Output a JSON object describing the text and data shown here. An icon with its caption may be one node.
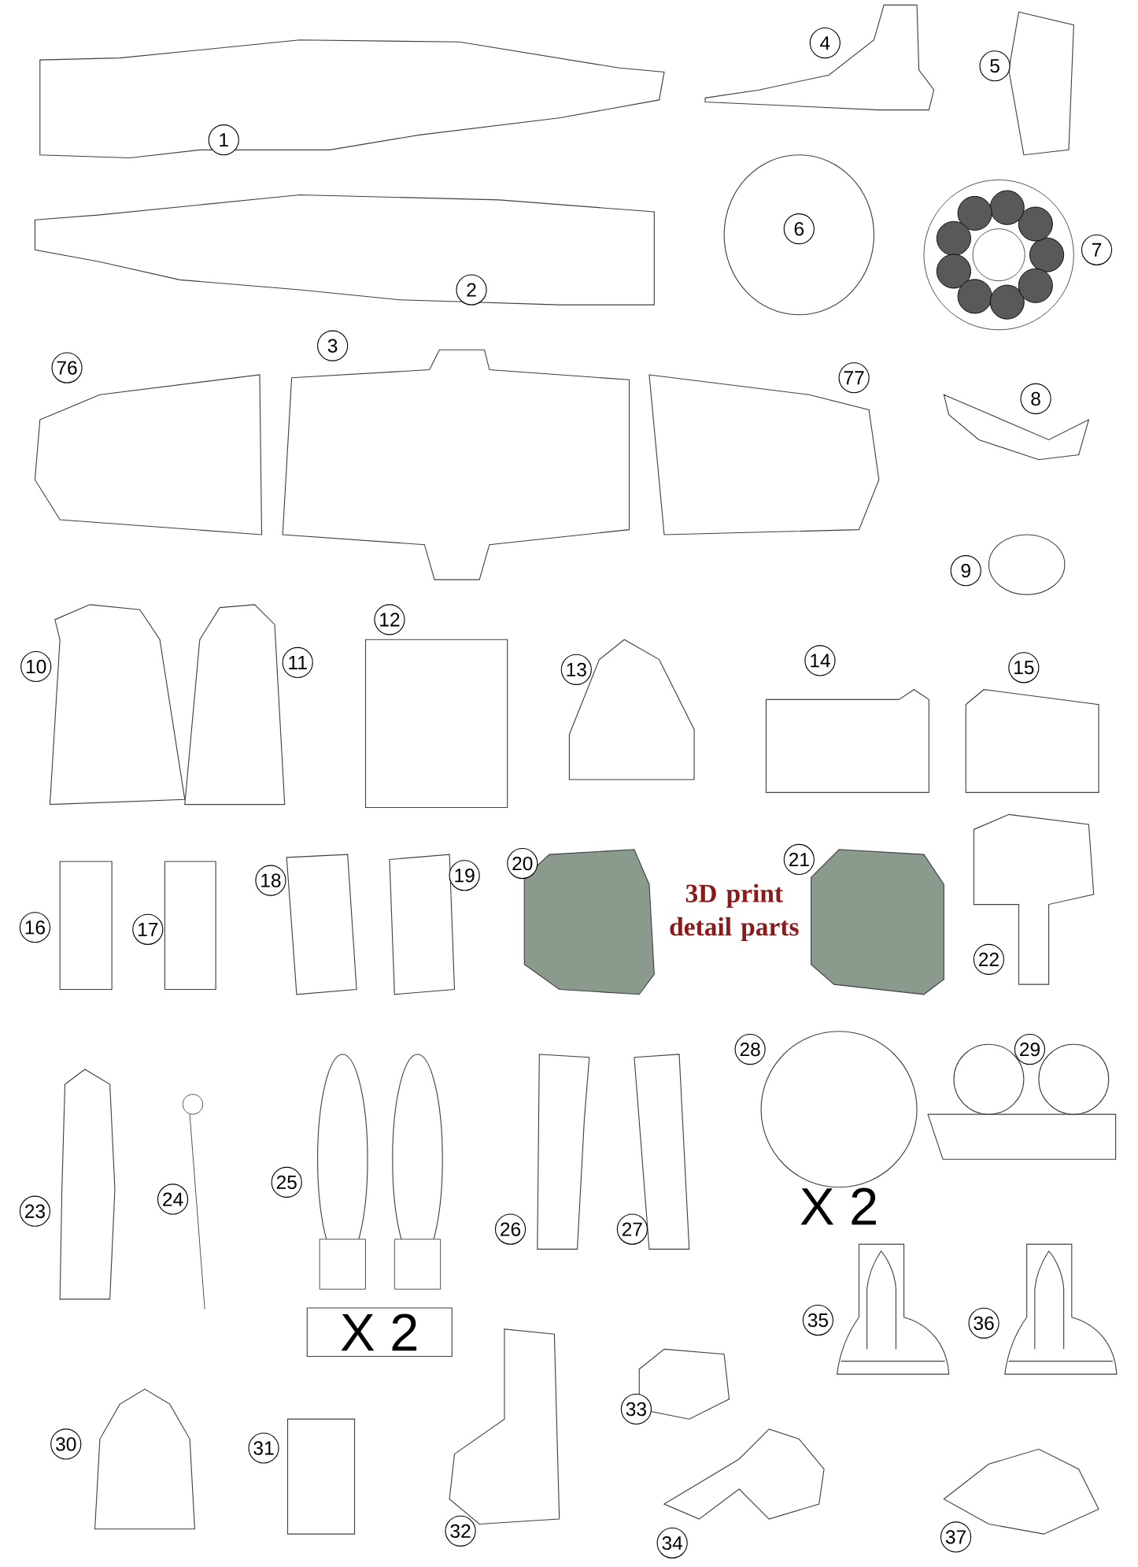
{
  "diagram": {
    "nodes": [
      {
        "text": [
          "1"
        ]
      },
      {
        "text": [
          "2"
        ]
      },
      {
        "text": [
          "3"
        ]
      },
      {
        "text": [
          "4"
        ]
      },
      {
        "text": [
          "5"
        ]
      },
      {
        "text": [
          "6"
        ]
      },
      {
        "text": [
          "7"
        ]
      },
      {
        "text": [
          "8"
        ]
      },
      {
        "text": [
          "9"
        ]
      },
      {
        "text": [
          "76"
        ]
      },
      {
        "text": [
          "77"
        ]
      },
      {
        "text": [
          "10"
        ]
      },
      {
        "text": [
          "11"
        ]
      },
      {
        "text": [
          "12"
        ]
      },
      {
        "text": [
          "13"
        ]
      },
      {
        "text": [
          "14"
        ]
      },
      {
        "text": [
          "15"
        ]
      },
      {
        "text": [
          "16"
        ]
      },
      {
        "text": [
          "17"
        ]
      },
      {
        "text": [
          "18"
        ]
      },
      {
        "text": [
          "19"
        ]
      },
      {
        "text": [
          "20"
        ]
      },
      {
        "text": [
          "21"
        ]
      },
      {
        "text": [
          "22"
        ]
      },
      {
        "text": [
          "23"
        ]
      },
      {
        "text": [
          "24"
        ]
      },
      {
        "text": [
          "25"
        ]
      },
      {
        "text": [
          "26"
        ]
      },
      {
        "text": [
          "27"
        ]
      },
      {
        "text": [
          "28"
        ]
      },
      {
        "text": [
          "29"
        ]
      },
      {
        "text": [
          "30"
        ]
      },
      {
        "text": [
          "31"
        ]
      },
      {
        "text": [
          "32"
        ]
      },
      {
        "text": [
          "33"
        ]
      },
      {
        "text": [
          "34"
        ]
      },
      {
        "text": [
          "35"
        ]
      },
      {
        "text": [
          "36"
        ]
      },
      {
        "text": [
          "37"
        ]
      }
    ],
    "edges": [],
    "labels": [
      "3D print detail parts",
      "X 2",
      "X 2"
    ]
  }
}
